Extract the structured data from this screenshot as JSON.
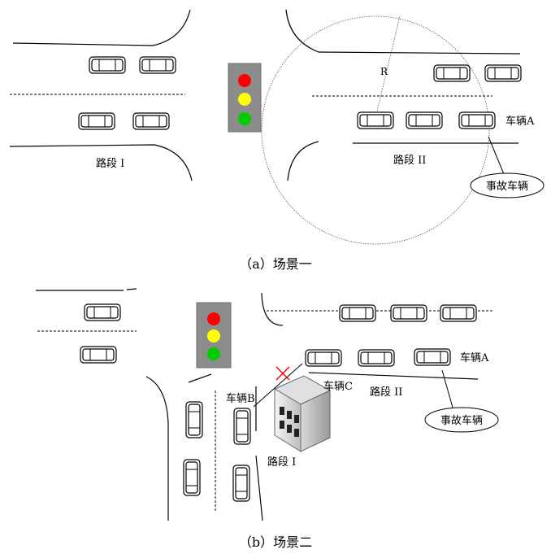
{
  "scene_a": {
    "caption": "（a）场景一",
    "segment_1_label": "路段 I",
    "segment_2_label": "路段 II",
    "radius_label": "R",
    "vehicle_a_label": "车辆A",
    "accident_label": "事故车辆"
  },
  "scene_b": {
    "caption": "（b）场景二",
    "segment_1_label": "路段 I",
    "segment_2_label": "路段 II",
    "vehicle_a_label": "车辆A",
    "vehicle_b_label": "车辆B",
    "vehicle_c_label": "车辆C",
    "accident_label": "事故车辆"
  },
  "colors": {
    "light_red": "#ff0000",
    "light_yellow": "#ffff00",
    "light_green": "#00cc00",
    "signal_housing": "#8c8c8c",
    "block_mark": "#ff0000"
  }
}
